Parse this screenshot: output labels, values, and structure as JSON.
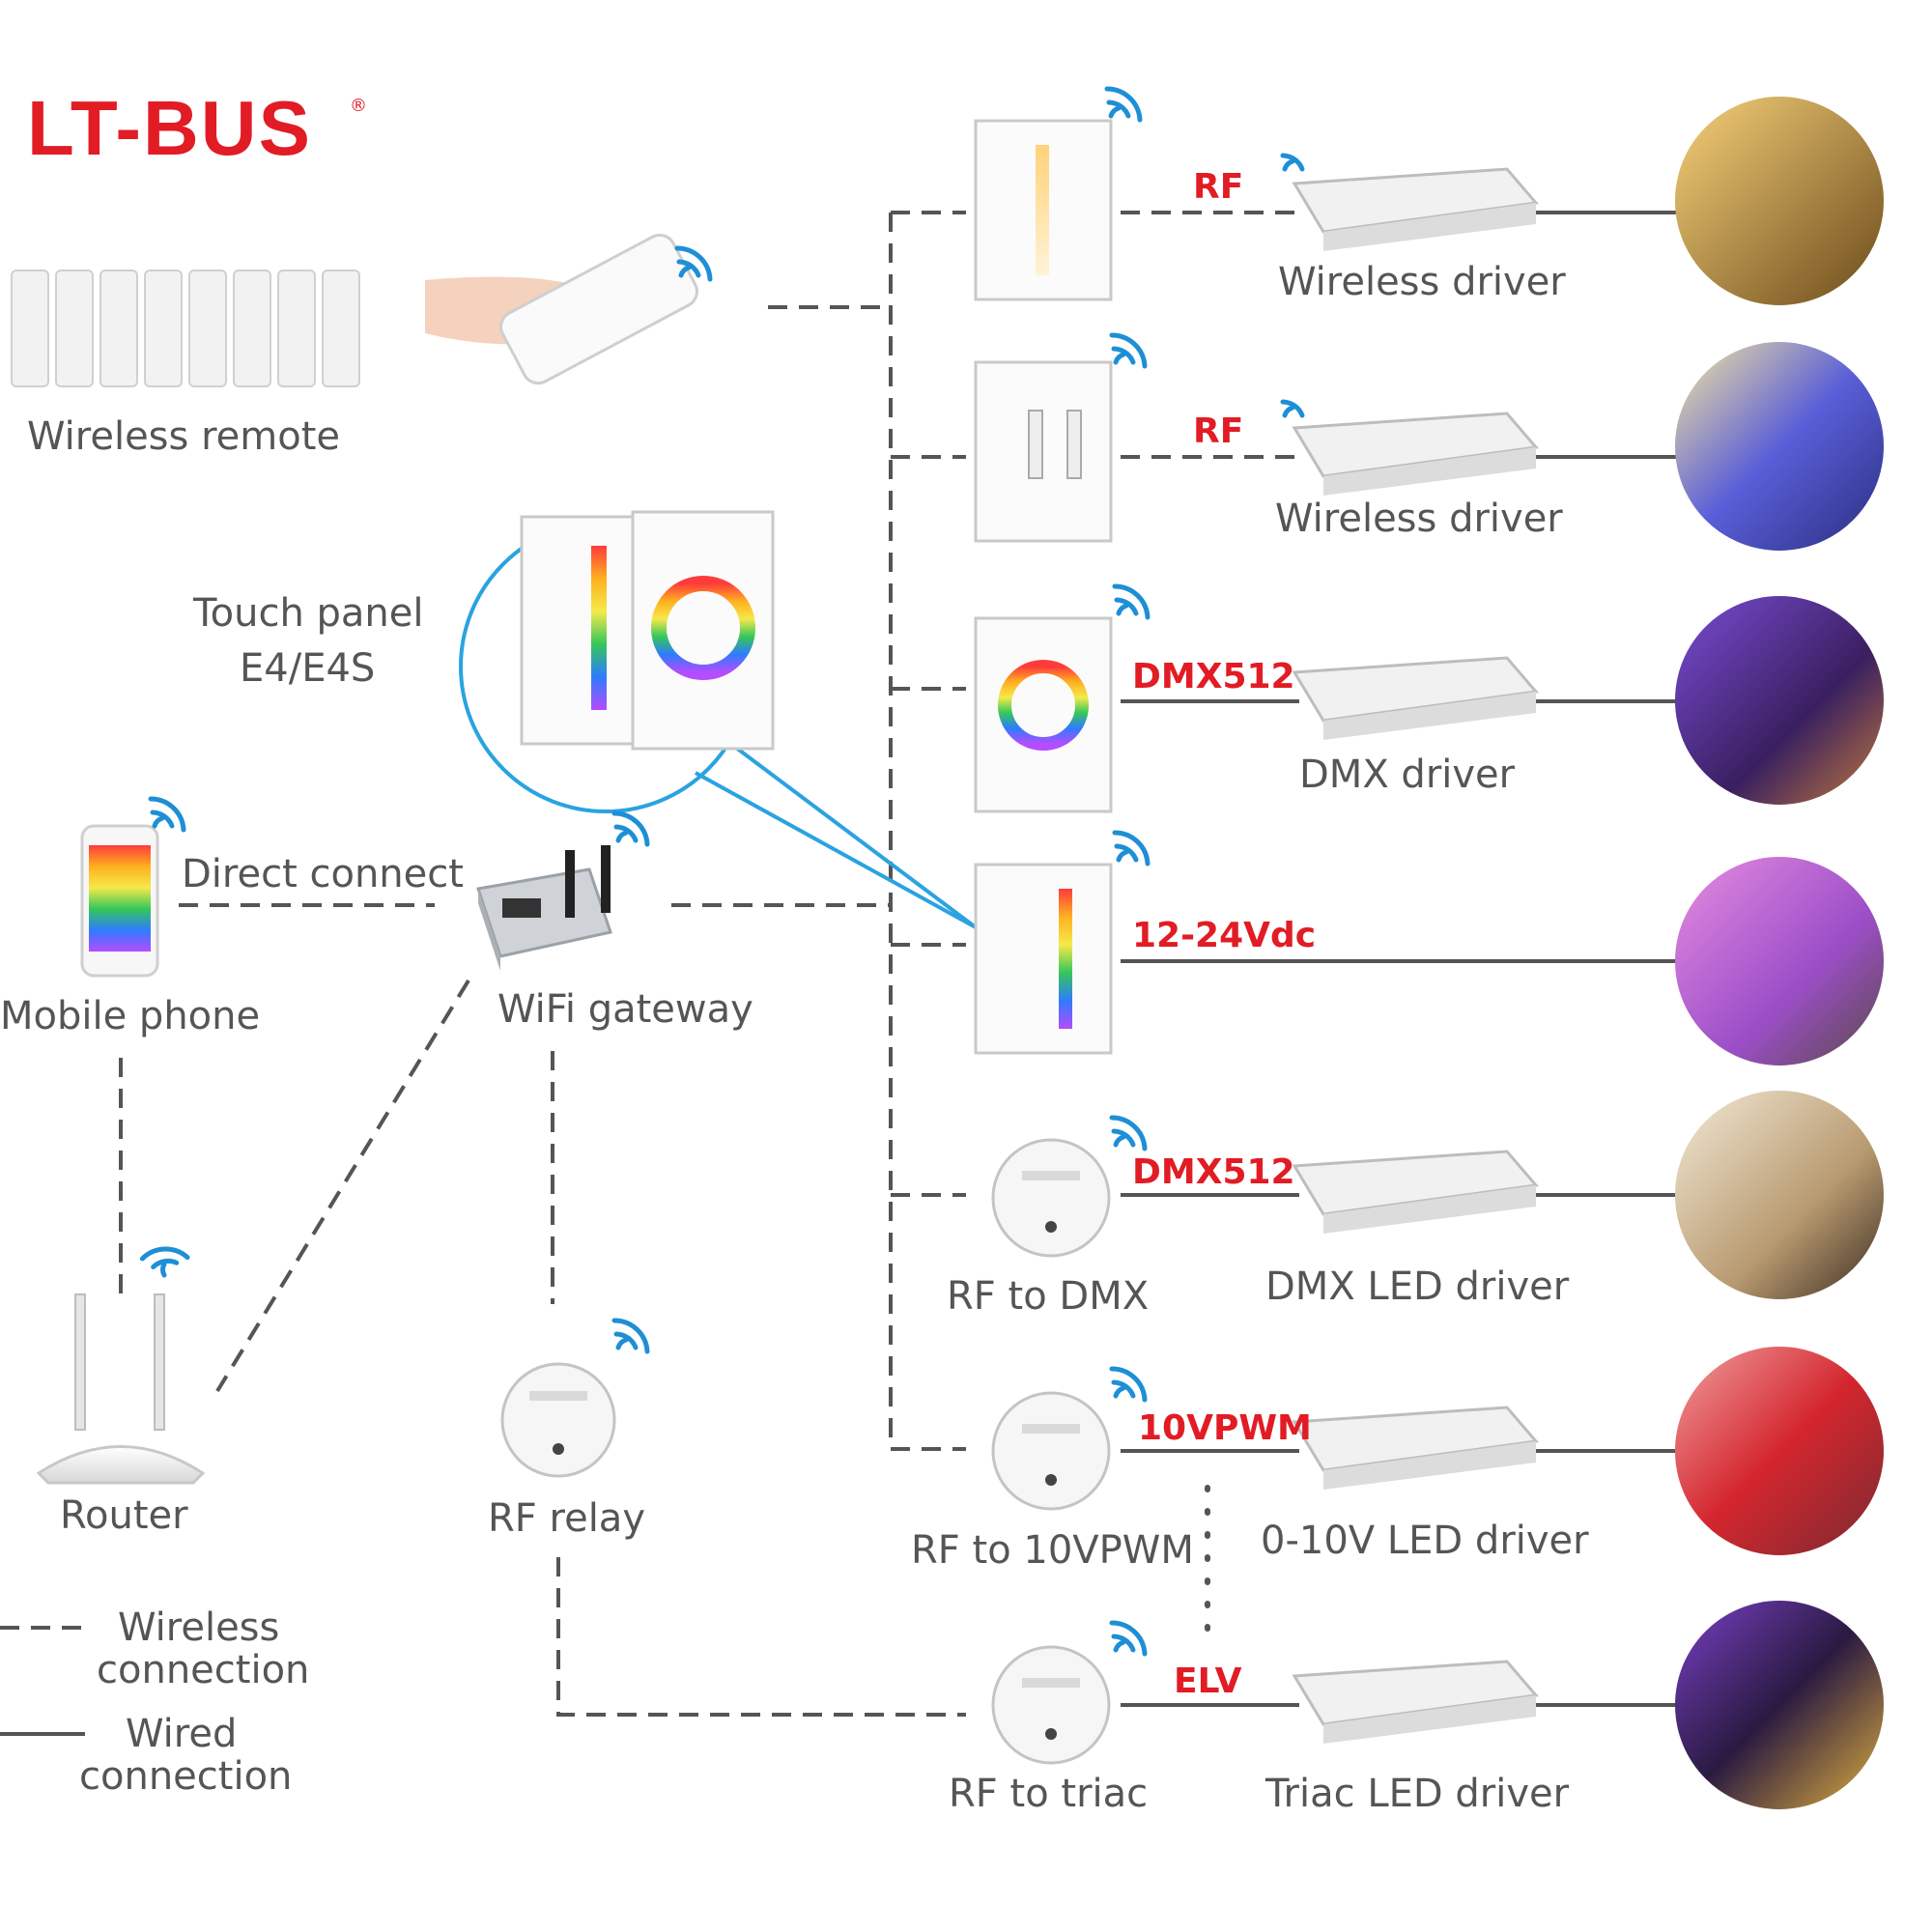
{
  "logo": {
    "text": "LT-BUS",
    "mark": "®"
  },
  "colors": {
    "accent_red": "#e11c24",
    "wifi_blue": "#1e8fd6",
    "line": "#555555",
    "callout": "#2aa3e0"
  },
  "left": {
    "wireless_remote": "Wireless remote",
    "touch_panel_line1": "Touch panel",
    "touch_panel_line2": "E4/E4S",
    "direct_connect": "Direct connect",
    "mobile_phone": "Mobile phone",
    "wifi_gateway": "WiFi gateway",
    "router": "Router",
    "rf_relay": "RF relay"
  },
  "legend": {
    "wireless_line1": "Wireless",
    "wireless_line2": "connection",
    "wired_line1": "Wired",
    "wired_line2": "connection"
  },
  "rows": [
    {
      "device": "",
      "signal": "RF",
      "driver": "Wireless driver",
      "scene": "warm-hall"
    },
    {
      "device": "",
      "signal": "RF",
      "driver": "Wireless driver",
      "scene": "blue-living-room"
    },
    {
      "device": "",
      "signal": "DMX512",
      "driver": "DMX driver",
      "scene": "purple-theater"
    },
    {
      "device": "",
      "signal": "12-24Vdc",
      "driver": "",
      "scene": "pink-bedroom"
    },
    {
      "device": "RF to DMX",
      "signal": "DMX512",
      "driver": "DMX LED driver",
      "scene": "cream-room"
    },
    {
      "device": "RF to 10VPWM",
      "signal": "10VPWM",
      "driver": "0-10V LED driver",
      "scene": "red-lounge"
    },
    {
      "device": "RF to triac",
      "signal": "ELV",
      "driver": "Triac LED driver",
      "scene": "bar"
    }
  ],
  "icons": [
    "wifi-signal-icon",
    "touch-panel-icon",
    "led-driver-icon",
    "rf-module-icon",
    "router-icon",
    "wifi-gateway-icon",
    "mobile-phone-icon",
    "remote-control-icon"
  ]
}
